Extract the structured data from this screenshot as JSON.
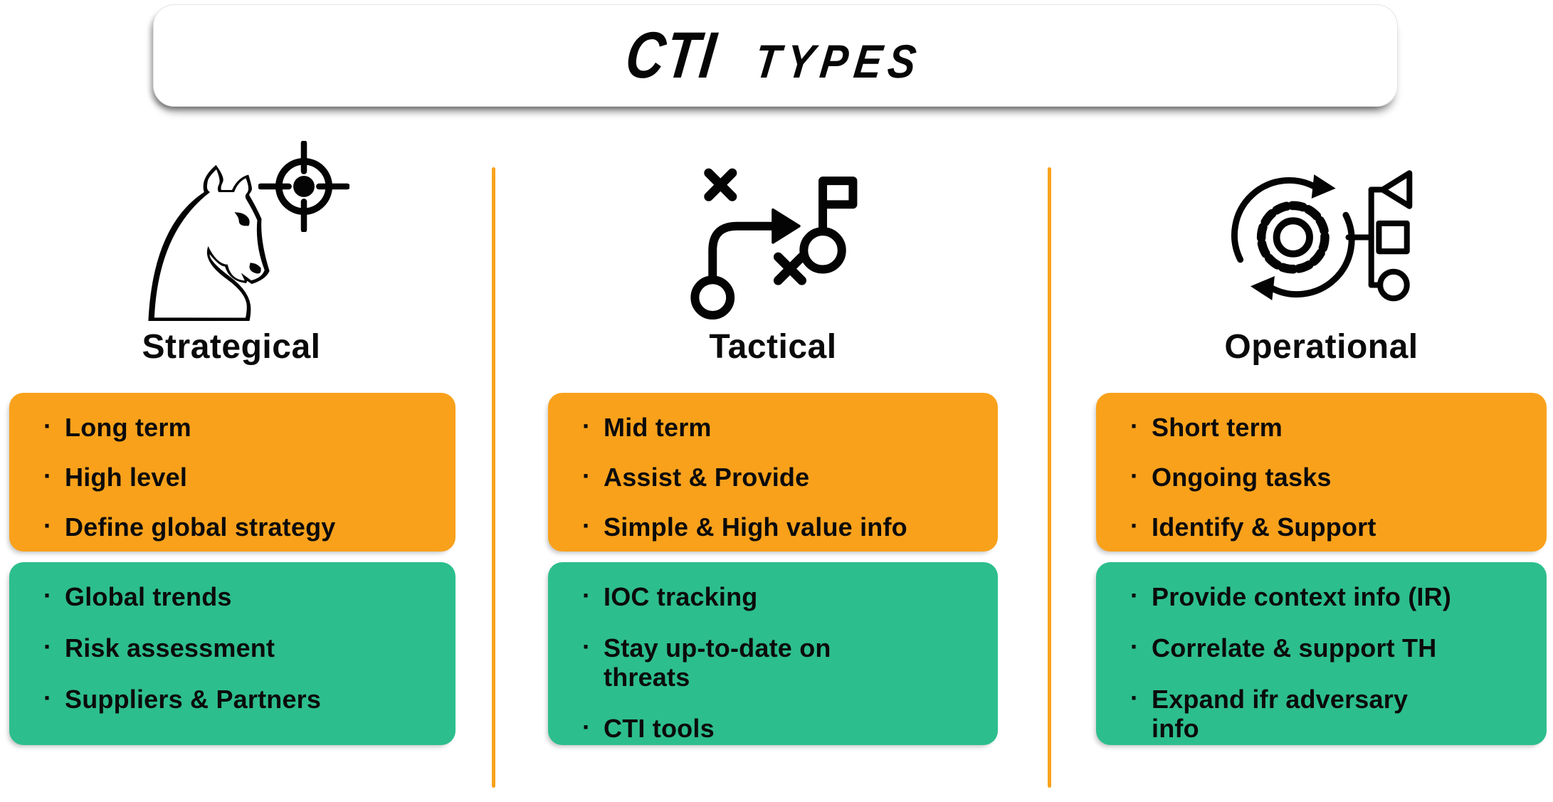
{
  "title": {
    "part1": "CTI",
    "part2": "TYPES"
  },
  "bullet_char": "·",
  "colors": {
    "orange_card": "#F9A11B",
    "green_card": "#2DBE8D",
    "divider_orange": "#F9A21D",
    "text": "#0b0b0b",
    "background": "#ffffff"
  },
  "icons": {
    "strategical": "chess-knight-with-target-icon",
    "tactical": "tactics-play-plan-icon",
    "operational": "gear-cycle-flowchart-icon"
  },
  "knight_glyph": "♘",
  "columns": [
    {
      "heading": "Strategical",
      "orange_items": [
        "Long term",
        "High level",
        "Define global strategy"
      ],
      "green_items": [
        "Global trends",
        "Risk assessment",
        "Suppliers & Partners"
      ]
    },
    {
      "heading": "Tactical",
      "orange_items": [
        "Mid term",
        "Assist & Provide",
        "Simple & High value info"
      ],
      "green_items": [
        "IOC tracking",
        "Stay up-to-date on\nthreats",
        "CTI tools"
      ]
    },
    {
      "heading": "Operational",
      "orange_items": [
        "Short term",
        "Ongoing tasks",
        "Identify & Support"
      ],
      "green_items": [
        "Provide context info (IR)",
        "Correlate & support TH",
        "Expand ifr adversary\ninfo"
      ]
    }
  ]
}
